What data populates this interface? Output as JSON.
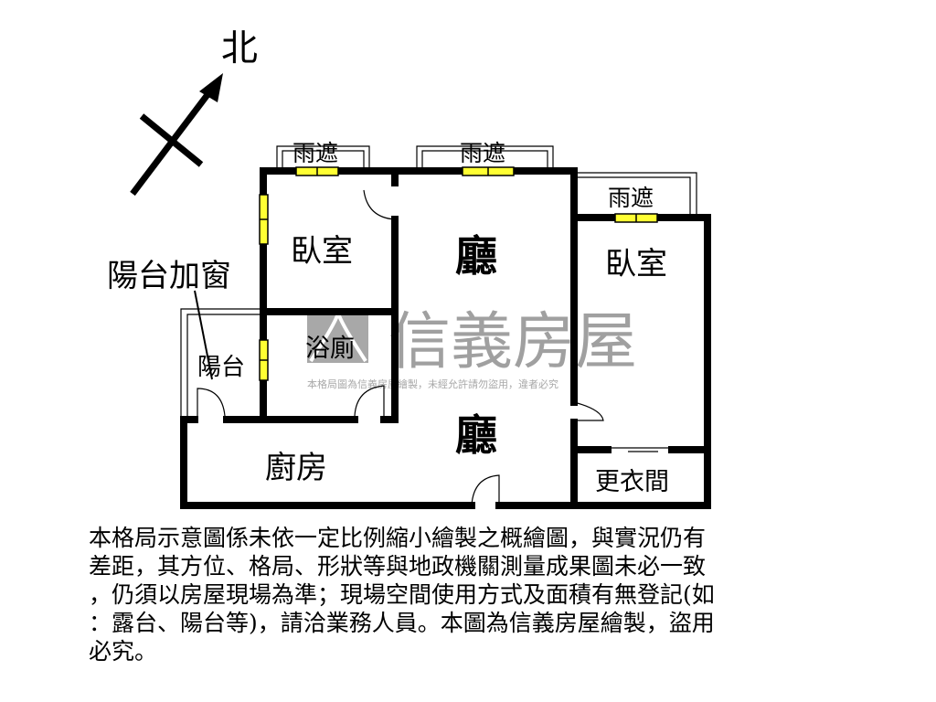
{
  "compass": {
    "north_label": "北"
  },
  "rooms": {
    "bedroom_1": "臥室",
    "living_top": "廳",
    "living_bottom": "廳",
    "bedroom_2": "臥室",
    "bathroom": "浴廁",
    "balcony": "陽台",
    "balcony_window_note": "陽台加窗",
    "kitchen": "廚房",
    "closet": "更衣間",
    "awning_1": "雨遮",
    "awning_2": "雨遮",
    "awning_3": "雨遮"
  },
  "watermark": {
    "brand": "信義房屋",
    "notice": "本格局圖為信義房屋繪製，未經允許請勿盜用，違者必究"
  },
  "colors": {
    "wall": "#000000",
    "window": "#ffff33",
    "watermark": "#a0a0a0"
  },
  "disclaimer": {
    "lines": [
      "本格局示意圖係未依一定比例縮小繪製之概繪圖，與實況仍有",
      "差距，其方位、格局、形狀等與地政機關測量成果圖未必一致",
      "，仍須以房屋現場為準；現場空間使用方式及面積有無登記(如",
      "：露台、陽台等)，請洽業務人員。本圖為信義房屋繪製，盜用",
      "必究。"
    ]
  }
}
